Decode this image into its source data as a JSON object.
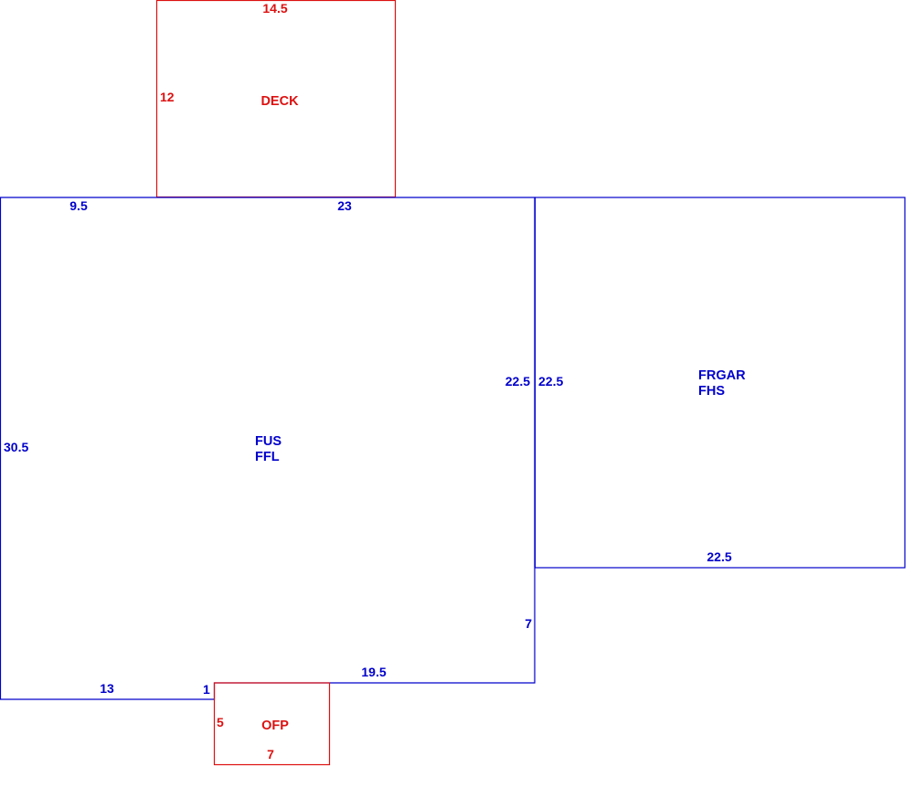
{
  "colors": {
    "living": "#0000cc",
    "exterior": "#dd1111",
    "background": "#ffffff"
  },
  "areas": {
    "deck": {
      "label": "DECK",
      "dims": {
        "top": "14.5",
        "left": "12"
      }
    },
    "main": {
      "label_line1": "FUS",
      "label_line2": "FFL",
      "dims": {
        "top_left": "9.5",
        "top_right": "23",
        "left": "30.5",
        "right_upper": "22.5",
        "right_lower": "7",
        "bottom_right": "19.5",
        "bottom_left": "13",
        "step": "1"
      }
    },
    "garage": {
      "label_line1": "FRGAR",
      "label_line2": "FHS",
      "dims": {
        "left": "22.5",
        "bottom": "22.5"
      }
    },
    "porch": {
      "label": "OFP",
      "dims": {
        "left": "5",
        "bottom": "7"
      }
    }
  }
}
